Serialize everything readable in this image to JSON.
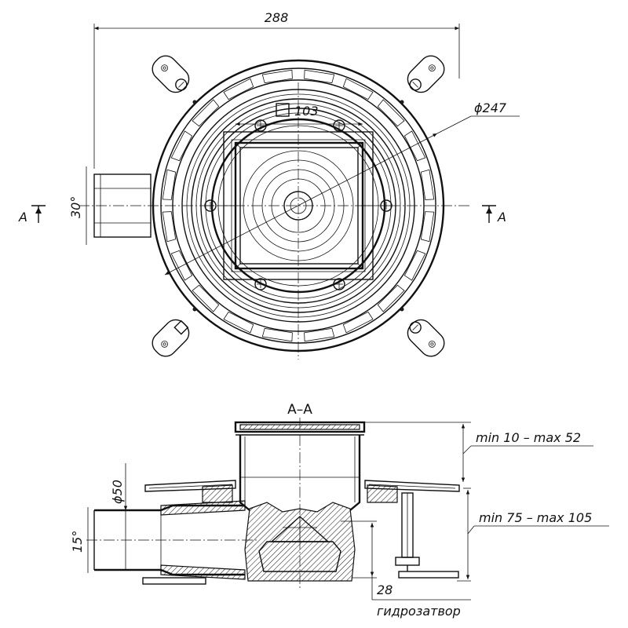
{
  "plan_view": {
    "width_dim": "288",
    "diameter_dim": "ϕ247",
    "grate_dim": "103",
    "angle_dim": "30°",
    "section_left": "A",
    "section_right": "A"
  },
  "section_view": {
    "title": "A–A",
    "pipe_diameter": "ϕ50",
    "angle_dim": "15°",
    "range_top": "min 10 – max 52",
    "range_bottom": "min 75 – max 105",
    "trap_dim": "28",
    "trap_label": "гидрозатвор"
  }
}
